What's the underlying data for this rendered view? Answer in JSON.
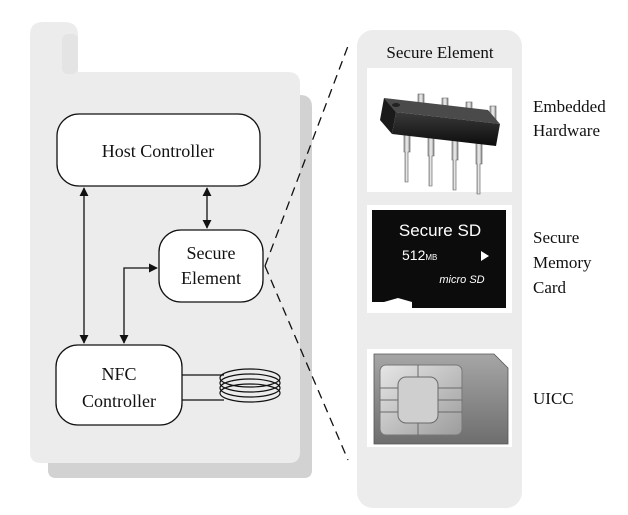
{
  "phone": {
    "host_controller": "Host Controller",
    "secure_element_line1": "Secure",
    "secure_element_line2": "Element",
    "nfc_line1": "NFC",
    "nfc_line2": "Controller"
  },
  "panel": {
    "title": "Secure Element",
    "items": [
      {
        "label_lines": [
          "Embedded",
          "Hardware"
        ],
        "image": "ic-chip"
      },
      {
        "label_lines": [
          "Secure",
          "Memory",
          "Card"
        ],
        "image": "microsd-card",
        "card_text": {
          "brand": "Secure SD",
          "capacity": "512",
          "unit": "MB",
          "logo": "micro SD"
        }
      },
      {
        "label_lines": [
          "UICC"
        ],
        "image": "sim-card"
      }
    ]
  },
  "colors": {
    "phone_shadow": "#d2d2d2",
    "phone_body": "#ececec",
    "panel_bg": "#ececec",
    "box_fill": "#ffffff",
    "stroke": "#111111"
  }
}
